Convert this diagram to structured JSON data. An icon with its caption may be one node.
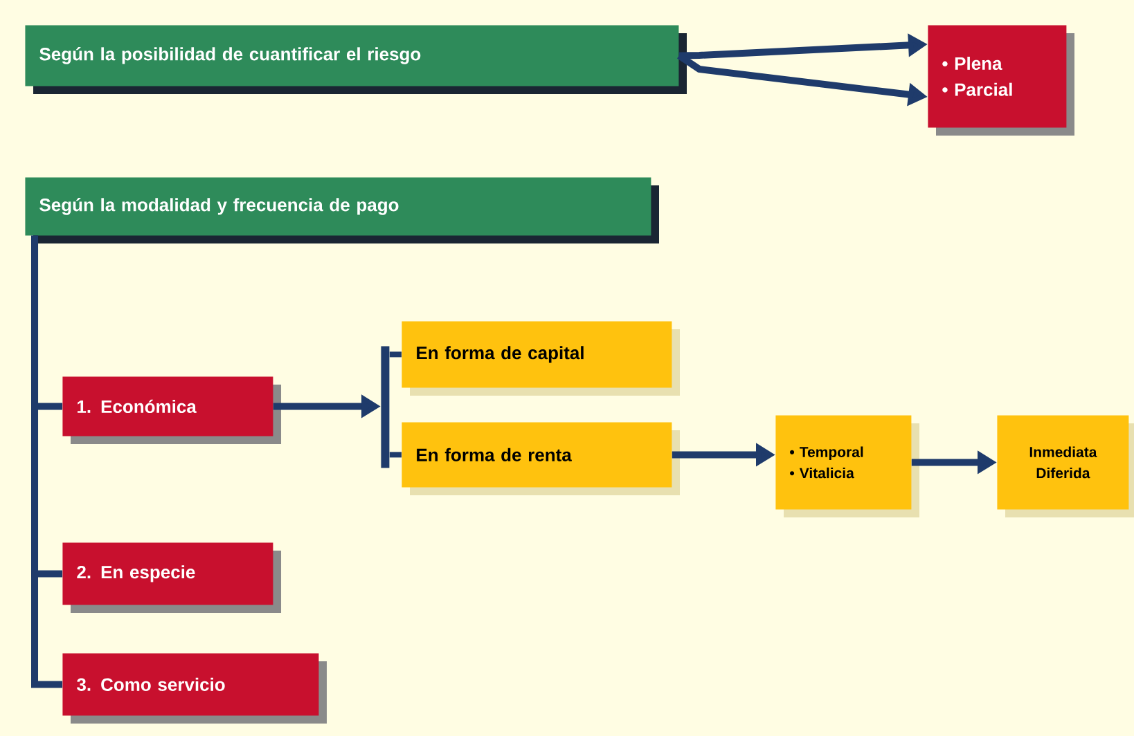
{
  "diagram": {
    "nodes": [
      {
        "text": [
          "Según la posibilidad de cuantificar el riesgo"
        ]
      },
      {
        "text": [
          "• Plena",
          "• Parcial"
        ]
      },
      {
        "text": [
          "Según la modalidad y frecuencia de pago"
        ]
      },
      {
        "text": [
          "1. Económica"
        ]
      },
      {
        "text": [
          "2. En especie"
        ]
      },
      {
        "text": [
          "3. Como servicio"
        ]
      },
      {
        "text": [
          "En forma de capital"
        ]
      },
      {
        "text": [
          "En forma de renta"
        ]
      },
      {
        "text": [
          "• Temporal",
          "• Vitalicia"
        ]
      },
      {
        "text": [
          "Inmediata",
          "Diferida"
        ]
      },
      {
        "text": [],
        "shape": "bar"
      }
    ],
    "edges": [
      {
        "from": 0,
        "to": 1,
        "arrow": "to"
      },
      {
        "from": 0,
        "to": 1,
        "arrow": "to"
      },
      {
        "from": 2,
        "to": 3,
        "arrow": "none"
      },
      {
        "from": 2,
        "to": 4,
        "arrow": "none"
      },
      {
        "from": 2,
        "to": 5,
        "arrow": "none"
      },
      {
        "from": 3,
        "to": 10,
        "arrow": "to"
      },
      {
        "from": 10,
        "to": 6,
        "arrow": "none"
      },
      {
        "from": 10,
        "to": 7,
        "arrow": "none"
      },
      {
        "from": 7,
        "to": 8,
        "arrow": "to"
      },
      {
        "from": 8,
        "to": 9,
        "arrow": "to"
      }
    ]
  }
}
